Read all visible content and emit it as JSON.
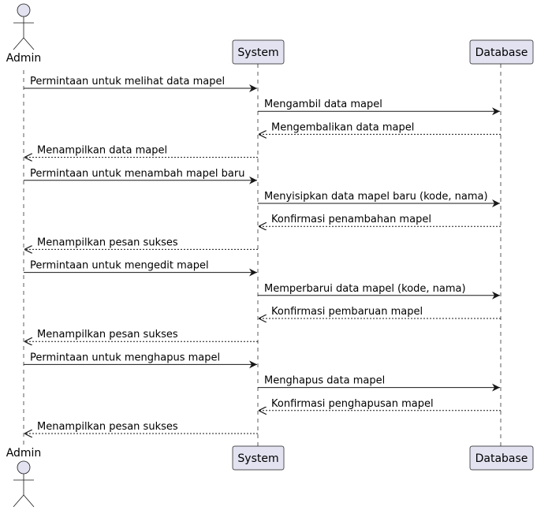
{
  "participants": [
    {
      "id": "admin",
      "name": "Admin",
      "kind": "actor"
    },
    {
      "id": "system",
      "name": "System",
      "kind": "participant"
    },
    {
      "id": "database",
      "name": "Database",
      "kind": "participant"
    }
  ],
  "messages": [
    {
      "from": "admin",
      "to": "system",
      "text": "Permintaan untuk melihat data mapel",
      "style": "sync"
    },
    {
      "from": "system",
      "to": "database",
      "text": "Mengambil data mapel",
      "style": "sync"
    },
    {
      "from": "database",
      "to": "system",
      "text": "Mengembalikan data mapel",
      "style": "return"
    },
    {
      "from": "system",
      "to": "admin",
      "text": "Menampilkan data mapel",
      "style": "return"
    },
    {
      "from": "admin",
      "to": "system",
      "text": "Permintaan untuk menambah mapel baru",
      "style": "sync"
    },
    {
      "from": "system",
      "to": "database",
      "text": "Menyisipkan data mapel baru (kode, nama)",
      "style": "sync"
    },
    {
      "from": "database",
      "to": "system",
      "text": "Konfirmasi penambahan mapel",
      "style": "return"
    },
    {
      "from": "system",
      "to": "admin",
      "text": "Menampilkan pesan sukses",
      "style": "return"
    },
    {
      "from": "admin",
      "to": "system",
      "text": "Permintaan untuk mengedit mapel",
      "style": "sync"
    },
    {
      "from": "system",
      "to": "database",
      "text": "Memperbarui data mapel (kode, nama)",
      "style": "sync"
    },
    {
      "from": "database",
      "to": "system",
      "text": "Konfirmasi pembaruan mapel",
      "style": "return"
    },
    {
      "from": "system",
      "to": "admin",
      "text": "Menampilkan pesan sukses",
      "style": "return"
    },
    {
      "from": "admin",
      "to": "system",
      "text": "Permintaan untuk menghapus mapel",
      "style": "sync"
    },
    {
      "from": "system",
      "to": "database",
      "text": "Menghapus data mapel",
      "style": "sync"
    },
    {
      "from": "database",
      "to": "system",
      "text": "Konfirmasi penghapusan mapel",
      "style": "return"
    },
    {
      "from": "system",
      "to": "admin",
      "text": "Menampilkan pesan sukses",
      "style": "return"
    }
  ],
  "colors": {
    "participant_fill": "#e2e2f0",
    "participant_stroke": "#181818",
    "lifeline": "#181818",
    "arrow": "#181818"
  }
}
